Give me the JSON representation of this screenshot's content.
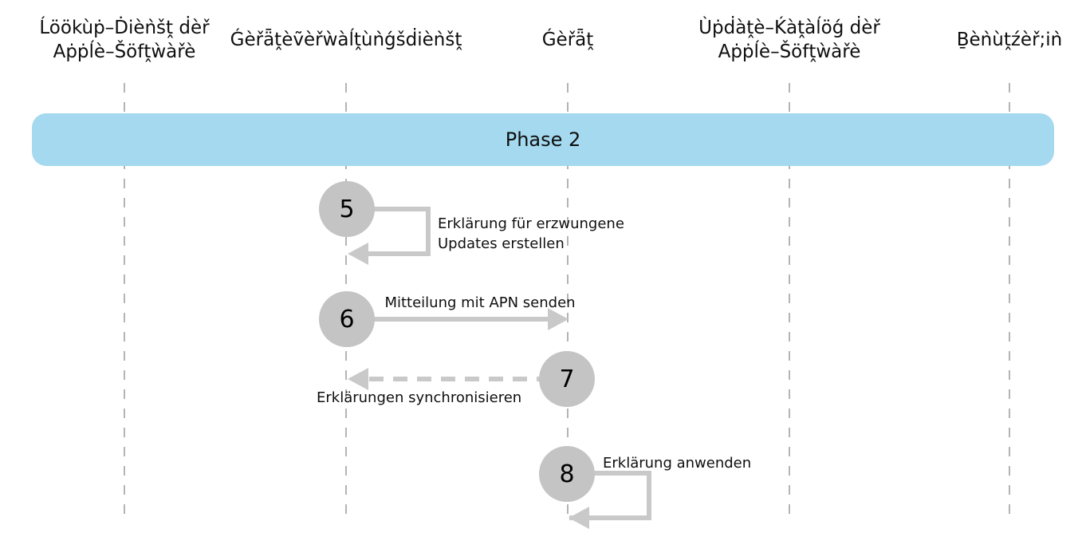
{
  "diagram": {
    "title_note": "Phasen-Sequenzdiagramm",
    "phase": {
      "label": "Phase 2"
    },
    "colors": {
      "banner": "#a4d9ef",
      "circle": "#c4c4c4",
      "arrow": "#c9c9c9",
      "lifeline": "#b4b4b4",
      "text": "#0f0f0f"
    },
    "actors": [
      {
        "id": "lookup-service-apple-software",
        "line1": "Ĺöökùṗ–Ḋièǹšṱ ḋèř",
        "line2": "Aṗṗĺè–Šöfṱẁàřè"
      },
      {
        "id": "device-management-service",
        "line1": "Ǵèřǟṱèṽèřẁàĺṱùǹǵšḋièǹšṱ",
        "line2": ""
      },
      {
        "id": "device",
        "line1": "Ǵèřǟṱ",
        "line2": ""
      },
      {
        "id": "update-catalog-apple-software",
        "line1": "Ùṗḋàṱè–Ḱàṱàĺöǵ ḋèř",
        "line2": "Aṗṗĺè–Šöfṱẁàřè"
      },
      {
        "id": "user",
        "line1": "Ḇèǹùṱźèř;iǹ",
        "line2": ""
      }
    ],
    "steps": [
      {
        "number": "5",
        "type": "self-message",
        "actor": "device-management-service",
        "label": "Erklärung für erzwungene Updates erstellen",
        "line1": "Erklärung für erzwungene",
        "line2": "Updates erstellen"
      },
      {
        "number": "6",
        "type": "message",
        "style": "solid",
        "direction": "right",
        "from": "device-management-service",
        "to": "device",
        "label": "Mitteilung mit APN senden"
      },
      {
        "number": "7",
        "type": "message",
        "style": "dashed",
        "direction": "left",
        "from": "device",
        "to": "device-management-service",
        "label": "Erklärungen synchronisieren"
      },
      {
        "number": "8",
        "type": "self-message",
        "actor": "device",
        "label": "Erklärung anwenden"
      }
    ]
  }
}
